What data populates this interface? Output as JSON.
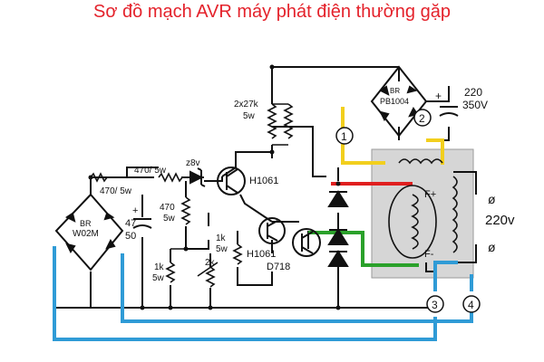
{
  "title": "Sơ đồ mạch AVR máy phát điện thường gặp",
  "colors": {
    "title": "#e4222b",
    "wire": "#111111",
    "red_wire": "#e01f1f",
    "yellow_wire": "#f2cf1d",
    "green_wire": "#2aa12a",
    "blue_wire": "#2f9bd6",
    "generator_box": "#d6d6d6"
  },
  "labels": {
    "br_top": "BR",
    "br_top_part": "PB1004",
    "cap_top_value": "220",
    "cap_top_voltage": "350V",
    "cap_top_plus": "+",
    "res_top": "2x27k",
    "res_top_power": "5w",
    "transistor_top": "H1061",
    "zener": "z8v",
    "res_470_a": "470/ 5w",
    "res_470_b": "470/ 5w",
    "res_470_c": "470",
    "res_470_c_power": "5w",
    "br_left": "BR",
    "br_left_part": "W02M",
    "cap_left_value": "47",
    "cap_left_voltage": "50",
    "cap_left_plus": "+",
    "res_1k_a": "1k",
    "res_1k_a_power": "5w",
    "res_1k_b": "1k",
    "res_1k_b_power": "5w",
    "res_2k": "2k",
    "transistor_h1061_2": "H1061",
    "transistor_d718": "D718",
    "field_plus": "F+",
    "field_minus": "F-",
    "output_voltage": "220v",
    "output_term_top": "ø",
    "output_term_bottom": "ø",
    "marker_1": "1",
    "marker_2": "2",
    "marker_3": "3",
    "marker_4": "4"
  }
}
